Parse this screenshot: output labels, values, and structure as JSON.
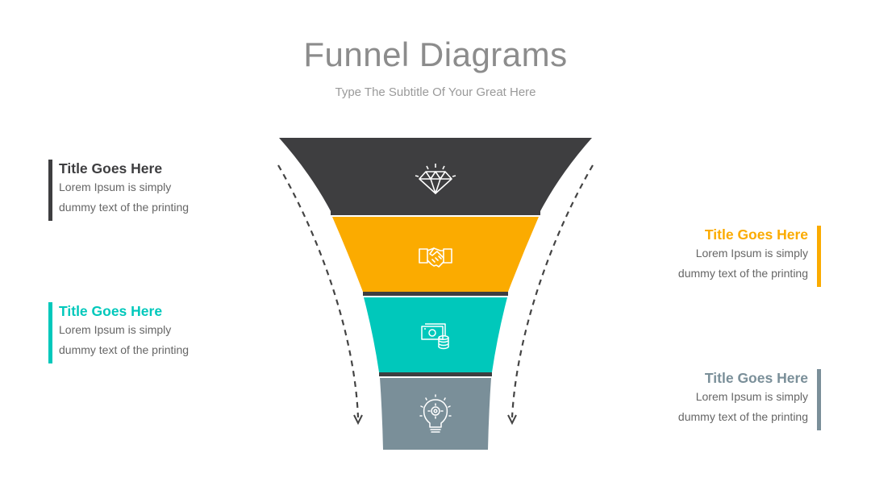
{
  "header": {
    "title": "Funnel Diagrams",
    "subtitle": "Type The Subtitle Of Your Great Here"
  },
  "funnel": {
    "stages": [
      {
        "color": "#3e3e40",
        "icon": "diamond-icon"
      },
      {
        "color": "#fbab00",
        "icon": "handshake-icon"
      },
      {
        "color": "#00c8bb",
        "icon": "money-icon"
      },
      {
        "color": "#7a8f99",
        "icon": "lightbulb-gear-icon"
      }
    ],
    "arrow_color": "#444444"
  },
  "blocks": [
    {
      "side": "left",
      "color": "#3e3e40",
      "heading": "Title Goes Here",
      "line1": "Lorem Ipsum is simply",
      "line2": "dummy text of the printing"
    },
    {
      "side": "left",
      "color": "#00c8bb",
      "heading": "Title Goes Here",
      "line1": "Lorem Ipsum is simply",
      "line2": "dummy text of the printing"
    },
    {
      "side": "right",
      "color": "#fbab00",
      "heading": "Title Goes Here",
      "line1": "Lorem Ipsum is simply",
      "line2": "dummy text of the printing"
    },
    {
      "side": "right",
      "color": "#7a8f99",
      "heading": "Title Goes Here",
      "line1": "Lorem Ipsum is simply",
      "line2": "dummy text of the printing"
    }
  ]
}
